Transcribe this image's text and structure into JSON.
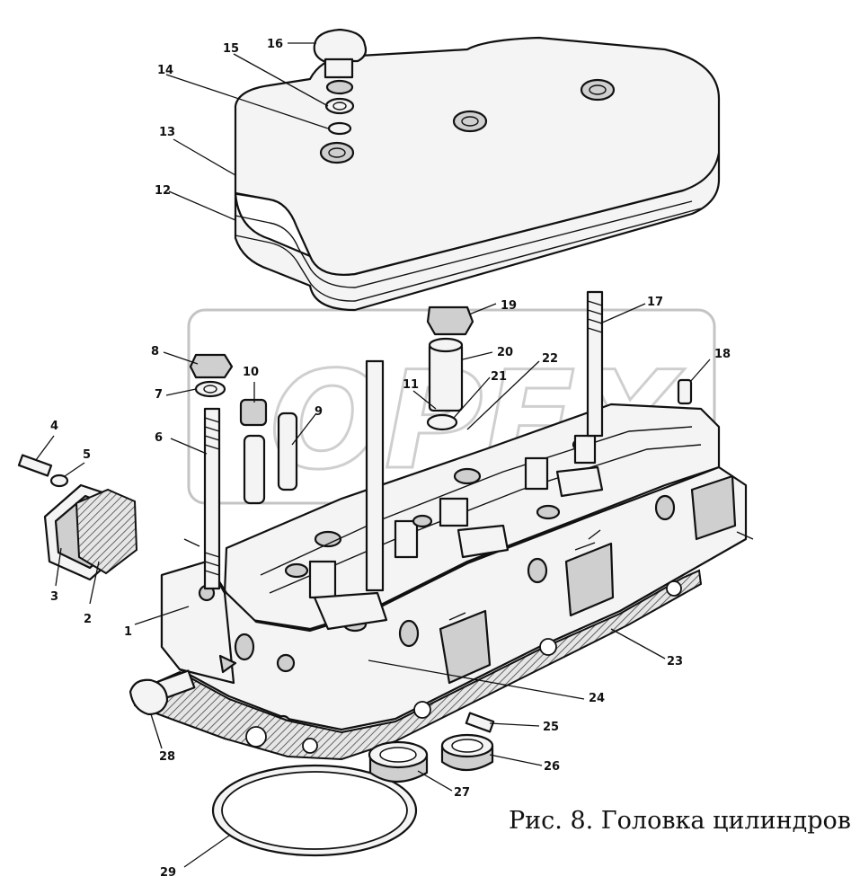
{
  "figure": {
    "caption": "Рис. 8. Головка цилиндров"
  },
  "callouts": [
    "1",
    "2",
    "3",
    "4",
    "5",
    "6",
    "7",
    "8",
    "9",
    "10",
    "11",
    "12",
    "13",
    "14",
    "15",
    "16",
    "17",
    "18",
    "19",
    "20",
    "21",
    "22",
    "23",
    "24",
    "25",
    "26",
    "27",
    "28",
    "29"
  ],
  "watermark": {
    "text": "OPEX"
  }
}
